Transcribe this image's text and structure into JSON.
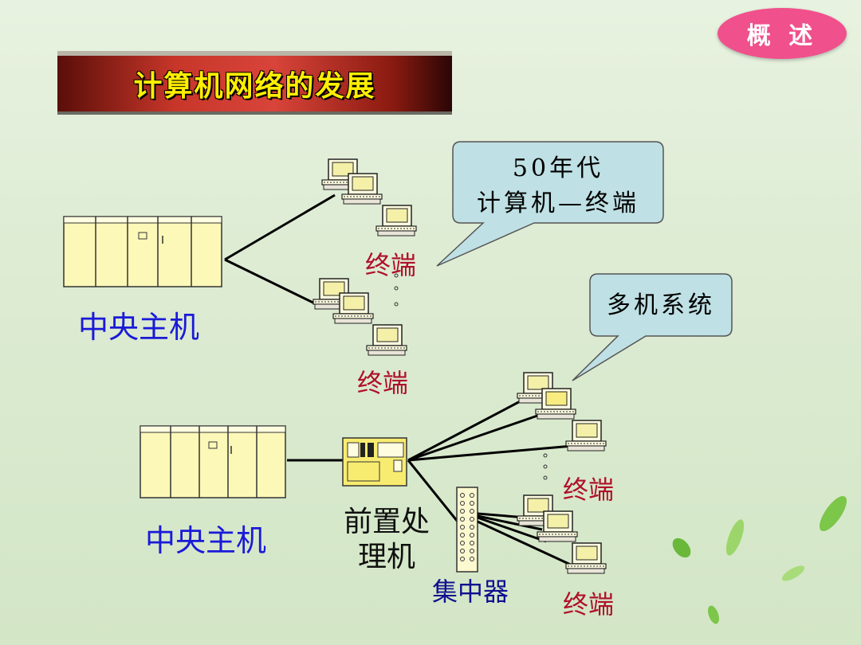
{
  "badge": {
    "label": "概 述"
  },
  "title": {
    "text": "计算机网络的发展"
  },
  "top_section": {
    "host_label": "中央主机",
    "terminal_label_1": "终端",
    "terminal_label_2": "终端",
    "callout_line1": "50年代",
    "callout_line2": "计算机—终端"
  },
  "bottom_section": {
    "host_label": "中央主机",
    "fep_label_line1": "前置处",
    "fep_label_line2": "理机",
    "concentrator_label": "集中器",
    "terminal_label_1": "终端",
    "terminal_label_2": "终端",
    "callout_text": "多机系统"
  },
  "colors": {
    "background": "#dcebd2",
    "badge": "#f0508c",
    "title_text": "#ffee00",
    "host_label": "#1a1ad8",
    "terminal_label": "#b0102a",
    "callout_fill": "#bfe0e4"
  }
}
